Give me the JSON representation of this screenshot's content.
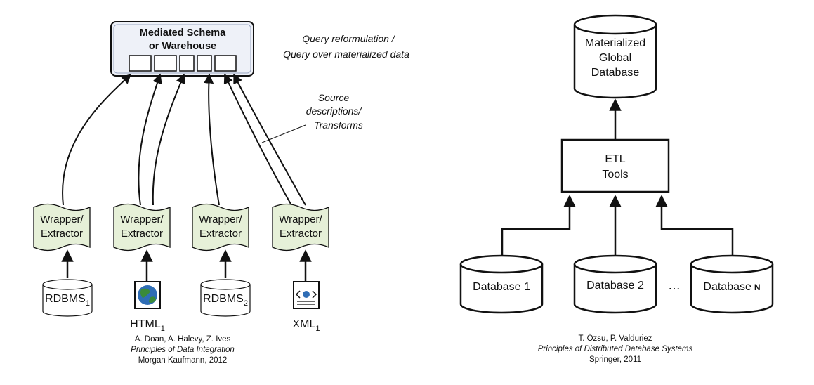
{
  "left": {
    "schema": {
      "line1": "Mediated Schema",
      "line2": "or Warehouse"
    },
    "query_note": {
      "line1": "Query reformulation /",
      "line2": "Query over materialized data"
    },
    "source_note": {
      "line1": "Source",
      "line2": "descriptions/",
      "line3": "Transforms"
    },
    "wrappers": [
      {
        "line1": "Wrapper/",
        "line2": "Extractor"
      },
      {
        "line1": "Wrapper/",
        "line2": "Extractor"
      },
      {
        "line1": "Wrapper/",
        "line2": "Extractor"
      },
      {
        "line1": "Wrapper/",
        "line2": "Extractor"
      }
    ],
    "sources": [
      {
        "name": "RDBMS",
        "sub": "1",
        "icon": "database-icon"
      },
      {
        "name": "HTML",
        "sub": "1",
        "icon": "globe-document-icon"
      },
      {
        "name": "RDBMS",
        "sub": "2",
        "icon": "database-icon"
      },
      {
        "name": "XML",
        "sub": "1",
        "icon": "xml-document-icon"
      }
    ],
    "citation": {
      "authors": "A. Doan, A. Halevy, Z. Ives",
      "book": "Principles of Data Integration",
      "publisher": "Morgan Kaufmann, 2012"
    }
  },
  "right": {
    "global_db": {
      "line1": "Materialized",
      "line2": "Global",
      "line3": "Database"
    },
    "etl": {
      "line1": "ETL",
      "line2": "Tools"
    },
    "databases": [
      {
        "label": "Database 1"
      },
      {
        "label": "Database 2"
      },
      {
        "label": "Database",
        "suffix": "N"
      }
    ],
    "ellipsis": "…",
    "citation": {
      "authors": "T. Özsu, P. Valduriez",
      "book": "Principles of Distributed Database Systems",
      "publisher": "Springer, 2011"
    }
  },
  "colors": {
    "wrapper_fill": "#e6f0d8",
    "schema_fill": "#eef1f8",
    "stroke": "#111111",
    "globe": "#2f6db5",
    "globe_land": "#3a8a3a"
  }
}
